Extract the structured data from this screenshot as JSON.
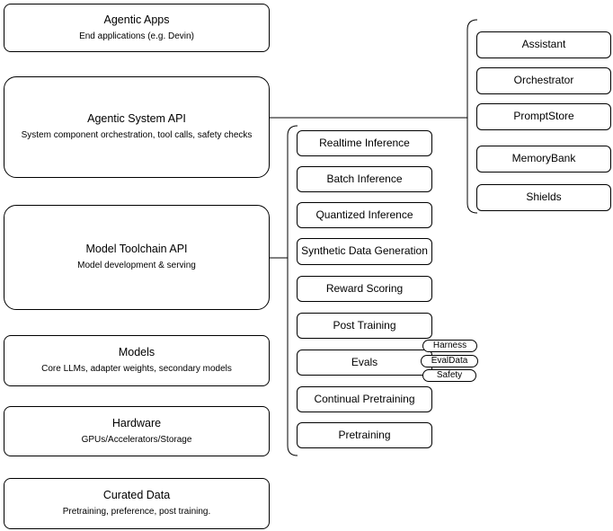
{
  "diagram": {
    "left_stack": [
      {
        "title": "Agentic Apps",
        "subtitle": "End applications (e.g. Devin)"
      },
      {
        "title": "Agentic System API",
        "subtitle": "System component orchestration, tool calls, safety checks"
      },
      {
        "title": "Model Toolchain API",
        "subtitle": "Model development & serving"
      },
      {
        "title": "Models",
        "subtitle": "Core LLMs, adapter weights, secondary models"
      },
      {
        "title": "Hardware",
        "subtitle": "GPUs/Accelerators/Storage"
      },
      {
        "title": "Curated Data",
        "subtitle": "Pretraining, preference, post training."
      }
    ],
    "toolchain_items": [
      {
        "label": "Realtime Inference"
      },
      {
        "label": "Batch Inference"
      },
      {
        "label": "Quantized Inference"
      },
      {
        "label": "Synthetic Data Generation"
      },
      {
        "label": "Reward Scoring"
      },
      {
        "label": "Post Training"
      },
      {
        "label": "Evals"
      },
      {
        "label": "Continual Pretraining"
      },
      {
        "label": "Pretraining"
      }
    ],
    "evals_tags": [
      {
        "label": "Harness"
      },
      {
        "label": "EvalData"
      },
      {
        "label": "Safety"
      }
    ],
    "system_components": [
      {
        "label": "Assistant"
      },
      {
        "label": "Orchestrator"
      },
      {
        "label": "PromptStore"
      },
      {
        "label": "MemoryBank"
      },
      {
        "label": "Shields"
      }
    ],
    "colors": {
      "border": "#000000",
      "fill": "#ffffff",
      "text": "#000000"
    }
  }
}
